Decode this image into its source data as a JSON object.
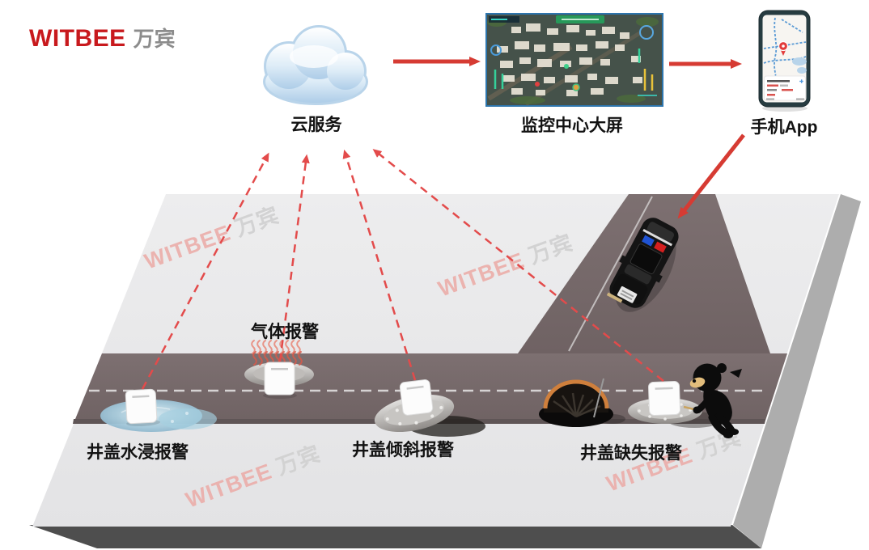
{
  "logo": {
    "brand": "WITBEE",
    "suffix": "万宾"
  },
  "watermark": {
    "brand": "WITBEE",
    "suffix": "万宾"
  },
  "nodes": {
    "cloud": {
      "label": "云服务"
    },
    "monitor": {
      "label": "监控中心大屏"
    },
    "app": {
      "label": "手机App"
    }
  },
  "alarms": {
    "water": {
      "label": "井盖水浸报警"
    },
    "gas": {
      "label": "气体报警"
    },
    "tilt": {
      "label": "井盖倾斜报警"
    },
    "missing": {
      "label": "井盖缺失报警"
    }
  },
  "colors": {
    "logo_red": "#c8191d",
    "arrow_red": "#d63b33",
    "dashed_red": "#e34b4b",
    "road": "#76696a",
    "ground": "#e9e9ea",
    "cloud_blue": "#aecde8",
    "water_blue": "#9fc6da"
  }
}
